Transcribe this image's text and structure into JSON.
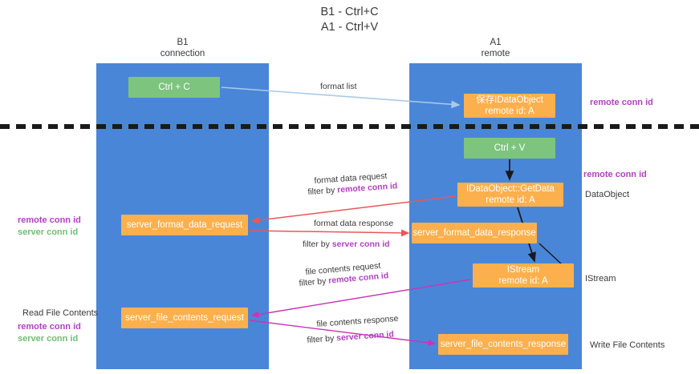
{
  "title": {
    "line1": "B1 - Ctrl+C",
    "line2": "A1 - Ctrl+V"
  },
  "lanes": [
    {
      "name": "B1",
      "sub": "connection"
    },
    {
      "name": "A1",
      "sub": "remote"
    }
  ],
  "nodes": {
    "ctrl_c": "Ctrl + C",
    "idataobject": "保存IDataObject\nremote id: A",
    "ctrl_v": "Ctrl + V",
    "getdata": "IDataObject::GetData\nremote id: A",
    "server_format_data_request": "server_format_data_request",
    "server_format_data_response": "server_format_data_response",
    "istream": "IStream\nremote id: A",
    "server_file_contents_request": "server_file_contents_request",
    "server_file_contents_response": "server_file_contents_response"
  },
  "right_labels": {
    "remote_conn_id_top": "remote conn id",
    "remote_conn_id_mid": "remote conn id",
    "dataobject": "DataObject",
    "istream": "IStream",
    "write_file_contents": "Write File Contents"
  },
  "left_labels": {
    "remote_conn_id": "remote conn id",
    "server_conn_id": "server conn id",
    "read_file_contents": "Read File Contents",
    "remote_conn_id_2": "remote conn id",
    "server_conn_id_2": "server conn id"
  },
  "edge_labels": {
    "format_list": "format list",
    "format_data_request": "format data request",
    "format_data_request_filter_prefix": "filter by ",
    "format_data_request_filter_key": "remote conn id",
    "format_data_response": "format data response",
    "format_data_response_filter_prefix": "filter by ",
    "format_data_response_filter_key": "server conn id",
    "file_contents_request": "file contents request",
    "file_contents_request_filter_prefix": "filter by ",
    "file_contents_request_filter_key": "remote conn id",
    "file_contents_response": "file contents response",
    "file_contents_response_filter_prefix": "filter by ",
    "file_contents_response_filter_key": "server conn id"
  },
  "colors": {
    "lane": "#4a86d8",
    "green_node": "#7dc47f",
    "orange_node": "#fbb04d",
    "purple": "#b23fc4",
    "green_text": "#6fbf73",
    "red_arrow": "#e8575b",
    "magenta_arrow": "#cc33b8",
    "light_blue_arrow": "#a8cbe8",
    "divider": "#1a1a1a"
  }
}
